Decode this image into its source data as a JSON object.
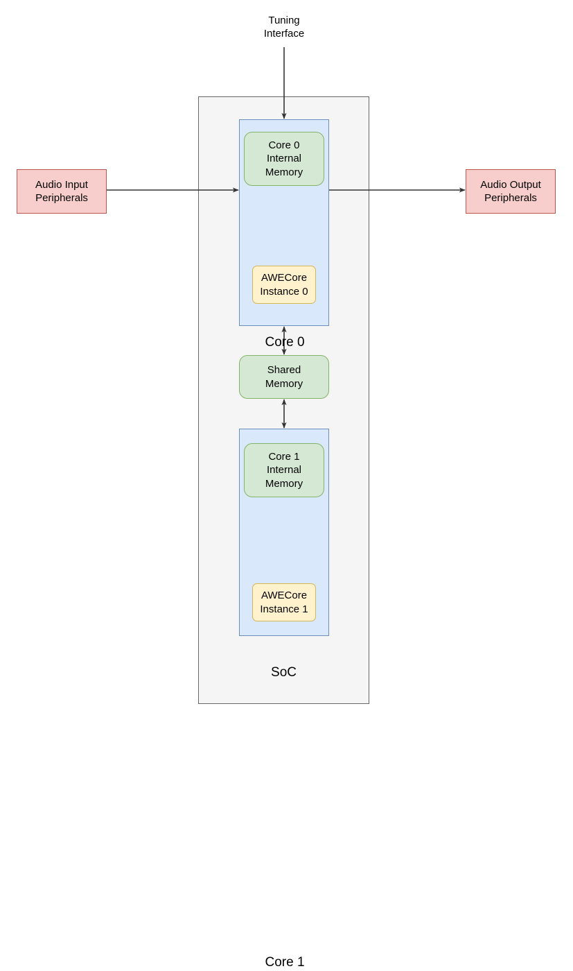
{
  "diagram": {
    "title": "SoC dual-core AWECore audio processing block diagram",
    "colors": {
      "memory_fill": "#d5e8d4",
      "memory_stroke": "#82b366",
      "core_fill": "#dae8fc",
      "core_stroke": "#6c8ebf",
      "peripheral_fill": "#f8cecc",
      "peripheral_stroke": "#b85450",
      "awecore_fill": "#fff2cc",
      "awecore_stroke": "#d6b656",
      "container_fill": "#f5f5f5",
      "container_stroke": "#666666",
      "edge_stroke": "#333333",
      "text": "#000000"
    },
    "nodes": {
      "tuning_interface": "Tuning\nInterface",
      "soc": "SoC",
      "core0": "Core 0",
      "core1": "Core 1",
      "core0_internal_memory": "Core 0\nInternal\nMemory",
      "core1_internal_memory": "Core 1\nInternal\nMemory",
      "shared_memory": "Shared\nMemory",
      "awecore_instance_0": "AWECore\nInstance 0",
      "awecore_instance_1": "AWECore\nInstance 1",
      "audio_input_peripherals": "Audio Input\nPeripherals",
      "audio_output_peripherals": "Audio Output\nPeripherals"
    },
    "edges": [
      {
        "name": "tuning-interface-to-core0",
        "from": "Tuning Interface",
        "to": "Core 0",
        "arrow": "single"
      },
      {
        "name": "audio-input-to-core0",
        "from": "Audio Input Peripherals",
        "to": "Core 0",
        "arrow": "single"
      },
      {
        "name": "core0-to-audio-output",
        "from": "Core 0",
        "to": "Audio Output Peripherals",
        "arrow": "single"
      },
      {
        "name": "core0-to-shared-memory",
        "from": "Core 0",
        "to": "Shared Memory",
        "arrow": "double"
      },
      {
        "name": "shared-memory-to-core1",
        "from": "Shared Memory",
        "to": "Core 1",
        "arrow": "double"
      }
    ]
  }
}
